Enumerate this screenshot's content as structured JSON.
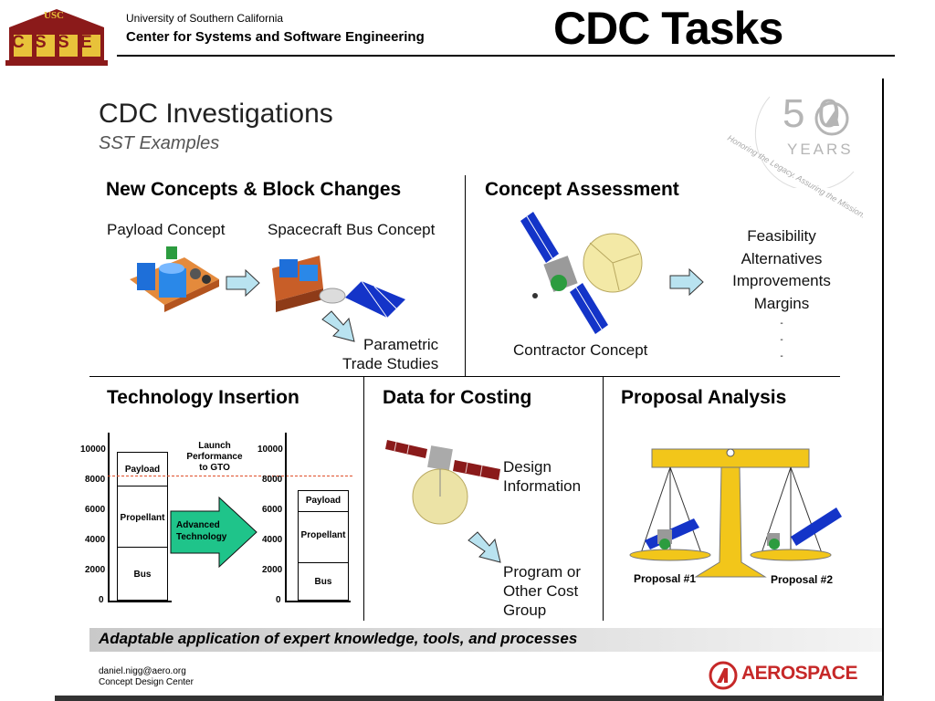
{
  "header": {
    "logo_top": "USC",
    "logo_letters": [
      "C",
      "S",
      "S",
      "E"
    ],
    "university": "University of Southern California",
    "center": "Center for Systems and Software Engineering",
    "title": "CDC Tasks"
  },
  "slide": {
    "title": "CDC Investigations",
    "subtitle": "SST Examples",
    "anniversary": {
      "number": "50",
      "years": "YEARS",
      "motto": "Honoring the Legacy. Assuring the Mission."
    },
    "new_concepts": {
      "heading": "New Concepts & Block Changes",
      "payload": "Payload Concept",
      "bus": "Spacecraft Bus Concept",
      "parametric_1": "Parametric",
      "parametric_2": "Trade Studies"
    },
    "concept_assessment": {
      "heading": "Concept Assessment",
      "contractor": "Contractor Concept",
      "items": [
        "Feasibility",
        "Alternatives",
        "Improvements",
        "Margins",
        "-",
        "-",
        "-"
      ]
    },
    "tech_insertion": {
      "heading": "Technology Insertion",
      "y_ticks": [
        "10000",
        "8000",
        "6000",
        "4000",
        "2000",
        "0"
      ],
      "launch_1": "Launch",
      "launch_2": "Performance",
      "launch_3": "to GTO",
      "left_stack": [
        "Payload",
        "Propellant",
        "Bus"
      ],
      "right_stack": [
        "Payload",
        "Propellant",
        "Bus"
      ],
      "arrow_1": "Advanced",
      "arrow_2": "Technology"
    },
    "costing": {
      "heading": "Data for Costing",
      "design_1": "Design",
      "design_2": "Information",
      "group_1": "Program or",
      "group_2": "Other Cost",
      "group_3": "Group"
    },
    "proposal": {
      "heading": "Proposal Analysis",
      "p1": "Proposal #1",
      "p2": "Proposal #2"
    },
    "banner": "Adaptable application of expert knowledge, tools, and processes",
    "contact_email": "daniel.nigg@aero.org",
    "contact_org": "Concept Design Center",
    "aero_brand": "AEROSPACE"
  },
  "colors": {
    "usc_red": "#8b1a1a",
    "usc_gold": "#e8c23a",
    "aero_red": "#c62828",
    "arrow_blue": "#b9e3f0",
    "tech_green": "#1fc48a"
  }
}
